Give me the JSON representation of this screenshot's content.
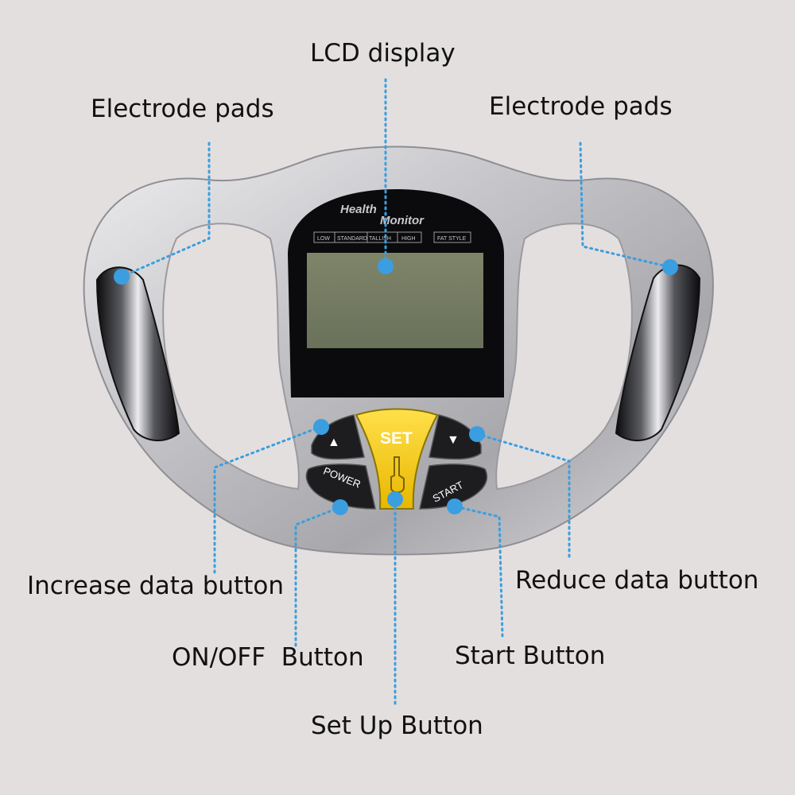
{
  "callouts": {
    "lcd_display": "LCD display",
    "electrode_pads_left": "Electrode pads",
    "electrode_pads_right": "Electrode pads",
    "increase_data_button": "Increase data button",
    "reduce_data_button": "Reduce data button",
    "on_off_button": "ON/OFF  Button",
    "start_button": "Start Button",
    "set_up_button": "Set Up Button"
  },
  "device": {
    "brand_line1": "Health",
    "brand_line2": "Monitor",
    "scale_labels": [
      "LOW",
      "STANDARD",
      "TALLISH",
      "HIGH"
    ],
    "fat_style_label": "FAT STYLE",
    "buttons": {
      "set": "SET",
      "power": "POWER",
      "start": "START",
      "up_glyph": "▲",
      "down_glyph": "▼",
      "hand_icon": "pointing-hand-icon"
    }
  },
  "colors": {
    "background": "#e4dfdf",
    "marker": "#3a9ee0",
    "set_button": "#f3c713",
    "lcd_screen": "#767d63",
    "body_silver": "#c4c4c8"
  }
}
